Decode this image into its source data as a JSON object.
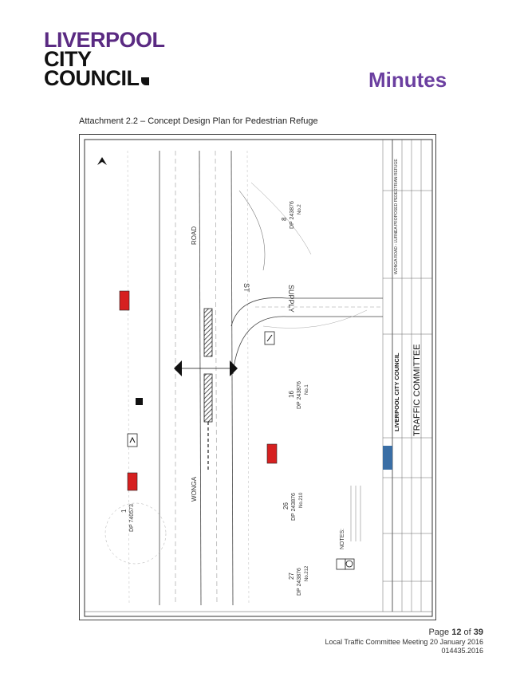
{
  "header": {
    "logo_lines": [
      "LIVERPOOL",
      "CITY",
      "COUNCIL"
    ],
    "title": "Minutes"
  },
  "caption": "Attachment 2.2 – Concept Design Plan for Pedestrian Refuge",
  "plan": {
    "road_labels": [
      "ROAD",
      "WONGA",
      "ST",
      "SUPPLY"
    ],
    "lots": [
      {
        "lot": "8",
        "dp": "DP 243876",
        "no": "No.2"
      },
      {
        "lot": "16",
        "dp": "DP 243876",
        "no": "No.1"
      },
      {
        "lot": "26",
        "dp": "DP 243876",
        "no": "No.210"
      },
      {
        "lot": "1",
        "dp": "DP 740573",
        "no": ""
      },
      {
        "lot": "27",
        "dp": "DP 243876",
        "no": "No.212"
      }
    ],
    "notes_title": "NOTES:",
    "council_name": "LIVERPOOL CITY COUNCIL",
    "committee": "TRAFFIC COMMITTEE",
    "project_desc": "WONGA ROAD - LURNEA PROPOSED PEDESTRIAN REFUGE"
  },
  "footer": {
    "page_prefix": "Page ",
    "page_num": "12",
    "page_of": " of ",
    "page_total": "39",
    "meeting": "Local Traffic Committee Meeting 20 January 2016",
    "doc_no": "014435.2016"
  }
}
